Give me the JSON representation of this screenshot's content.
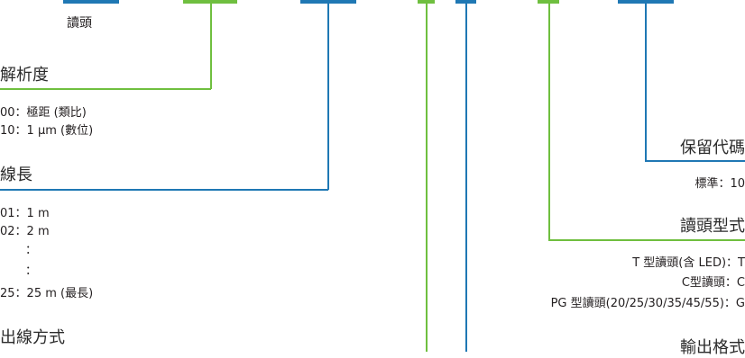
{
  "top": {
    "reader_label": "讀頭"
  },
  "resolution": {
    "title": "解析度",
    "options": [
      "00：極距 (類比)",
      "10：1 μm (數位)"
    ]
  },
  "cable_length": {
    "title": "線長",
    "options": [
      "01：1 m",
      "02：2 m",
      "：",
      "：",
      "25：25 m (最長)"
    ]
  },
  "outlet": {
    "title": "出線方式"
  },
  "reserved_code": {
    "title": "保留代碼",
    "options": [
      "標準：10"
    ]
  },
  "reader_type": {
    "title": "讀頭型式",
    "options": [
      "T 型讀頭(含 LED)：T",
      "C型讀頭：C",
      "PG 型讀頭(20/25/30/35/45/55)：G"
    ]
  },
  "output_format": {
    "title": "輸出格式"
  },
  "colors": {
    "blue": "#1f78b4",
    "green": "#6fbf3f",
    "text": "#231f20"
  }
}
